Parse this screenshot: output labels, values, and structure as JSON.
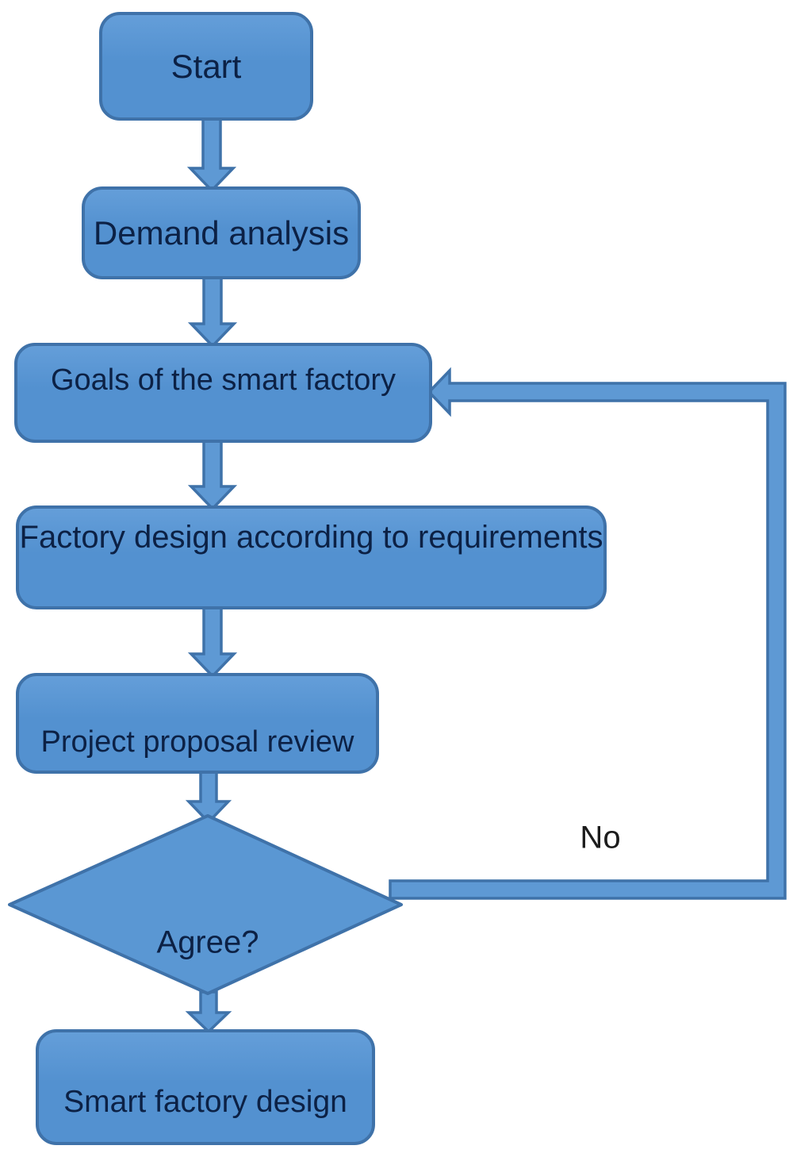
{
  "diagram": {
    "type": "flowchart",
    "nodes": {
      "start": {
        "label": "Start",
        "shape": "rounded-rectangle"
      },
      "demand_analysis": {
        "label": "Demand analysis",
        "shape": "rounded-rectangle"
      },
      "goals": {
        "label": "Goals of the smart factory",
        "shape": "rounded-rectangle"
      },
      "factory_design": {
        "label": "Factory design according to requirements",
        "shape": "rounded-rectangle"
      },
      "proposal_review": {
        "label": "Project proposal review",
        "shape": "rounded-rectangle"
      },
      "agree": {
        "label": "Agree?",
        "shape": "diamond"
      },
      "smart_factory_design": {
        "label": "Smart factory design",
        "shape": "rounded-rectangle"
      }
    },
    "edges": [
      {
        "from": "start",
        "to": "demand_analysis",
        "label": ""
      },
      {
        "from": "demand_analysis",
        "to": "goals",
        "label": ""
      },
      {
        "from": "goals",
        "to": "factory_design",
        "label": ""
      },
      {
        "from": "factory_design",
        "to": "proposal_review",
        "label": ""
      },
      {
        "from": "proposal_review",
        "to": "agree",
        "label": ""
      },
      {
        "from": "agree",
        "to": "goals",
        "label": "No"
      },
      {
        "from": "agree",
        "to": "smart_factory_design",
        "label": ""
      }
    ],
    "edge_labels": {
      "no": "No"
    },
    "colors": {
      "shape_fill": "#5694d2",
      "shape_border": "#3f72a9",
      "label_text": "#0c2145",
      "edge_label_text": "#1c1c1c",
      "background": "#ffffff"
    }
  }
}
